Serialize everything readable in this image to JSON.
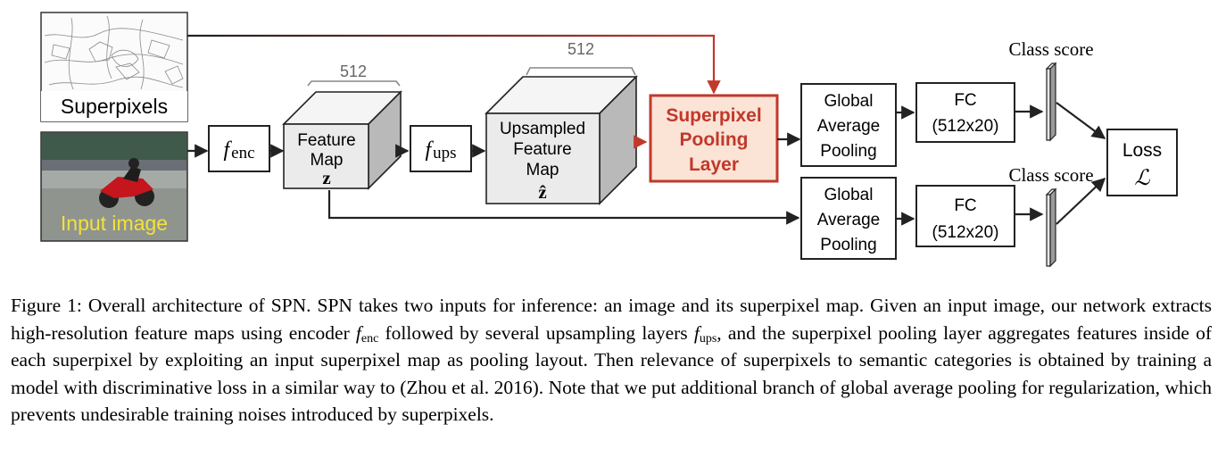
{
  "diagram": {
    "inputs": {
      "superpixels_label": "Superpixels",
      "input_image_label": "Input image"
    },
    "encoder": {
      "symbol": "f",
      "subscript": "enc"
    },
    "feature_map": {
      "line1": "Feature",
      "line2": "Map",
      "symbol": "z",
      "dim": "512"
    },
    "upsampler": {
      "symbol": "f",
      "subscript": "ups"
    },
    "upsampled": {
      "line1": "Upsampled",
      "line2": "Feature",
      "line3": "Map",
      "symbol": "ẑ",
      "dim": "512"
    },
    "spp_layer": {
      "line1": "Superpixel",
      "line2": "Pooling",
      "line3": "Layer"
    },
    "gap_top": {
      "line1": "Global",
      "line2": "Average",
      "line3": "Pooling"
    },
    "gap_bottom": {
      "line1": "Global",
      "line2": "Average",
      "line3": "Pooling"
    },
    "fc_top": {
      "line1": "FC",
      "line2": "(512x20)"
    },
    "fc_bottom": {
      "line1": "FC",
      "line2": "(512x20)"
    },
    "class_score_top": "Class score",
    "class_score_bottom": "Class score",
    "loss": {
      "line1": "Loss",
      "symbol": "ℒ"
    },
    "colors": {
      "accent_red": "#c0392b",
      "spp_fill": "#fbe3d6",
      "box_gray": "#ececec",
      "label_yellow": "#f2e23a"
    }
  },
  "caption": {
    "p1": "Figure 1: Overall architecture of SPN. SPN takes two inputs for inference: an image and its superpixel map. Given an input image, our network extracts high-resolution feature maps using encoder ",
    "f_enc": "f",
    "f_enc_sub": "enc",
    "p2": " followed by several upsampling layers ",
    "f_ups": "f",
    "f_ups_sub": "ups",
    "p3": ", and the superpixel pooling layer aggregates features inside of each superpixel by exploiting an input superpixel map as pooling layout. Then relevance of superpixels to semantic categories is obtained by training a model with discriminative loss in a similar way to (Zhou et al. 2016). Note that we put additional branch of global average pooling for regularization, which prevents undesirable training noises introduced by superpixels."
  }
}
